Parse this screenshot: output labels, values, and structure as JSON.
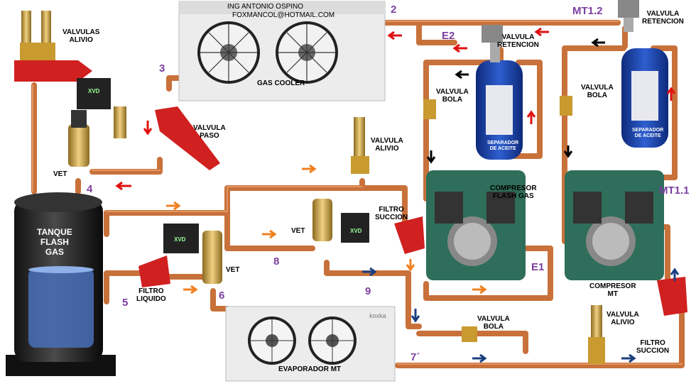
{
  "header": {
    "author": "ING ANTONIO OSPINO",
    "email": "FOXMANCOL@HOTMAIL.COM"
  },
  "components": {
    "gas_cooler": "GAS COOLER",
    "evaporator": "EVAPORADOR MT",
    "evaporator_brand": "koxka",
    "tank": "TANQUE\nFLASH\nGAS",
    "compressor_flash": "COMPRESOR\nFLASH GAS",
    "compressor_mt": "COMPRESOR\nMT",
    "oil_separator_1": "SEPARADOR\nDE ACEITE",
    "oil_separator_2": "SEPARADOR\nDE ACEITE",
    "valves_relief_top": "VALVULAS\nALIVIO",
    "vet_1": "VET",
    "vet_2": "VET",
    "vet_3": "VET",
    "valve_paso": "VALVULA\nPASO",
    "valve_relief_mid": "VALVULA\nALIVIO",
    "filter_suction_1": "FILTRO\nSUCCION",
    "filter_liquid": "FILTRO\nLIQUIDO",
    "valve_ball_1": "VALVULA\nBOLA",
    "valve_ball_2": "VALVULA\nBOLA",
    "valve_ball_3": "VALVULA\nBOLA",
    "valve_retention_1": "VALVULA\nRETENCION",
    "valve_retention_2": "VALVULA\nRETENCION",
    "valve_relief_bottom": "VALVULA\nALIVIO",
    "filter_suction_2": "FILTRO\nSUCCION",
    "controller": "XVD"
  },
  "points": {
    "p2": "2",
    "p3": "3",
    "p4": "4",
    "p5": "5",
    "p6": "6",
    "p7": "7´",
    "p8": "8",
    "p9": "9",
    "e1": "E1",
    "e2": "E2",
    "mt11": "MT1.1",
    "mt12": "MT1.2"
  },
  "colors": {
    "pipe": "#c8713a",
    "pipe_highlight": "#e9a06a",
    "label_purple": "#7b3fa0",
    "arrow_red": "#e01010",
    "arrow_orange": "#f08020",
    "arrow_blue": "#1a3f80",
    "arrow_black": "#000000",
    "compressor": "#2e6e5a",
    "separator": "#1f3fa8",
    "valve_red": "#d02020"
  }
}
